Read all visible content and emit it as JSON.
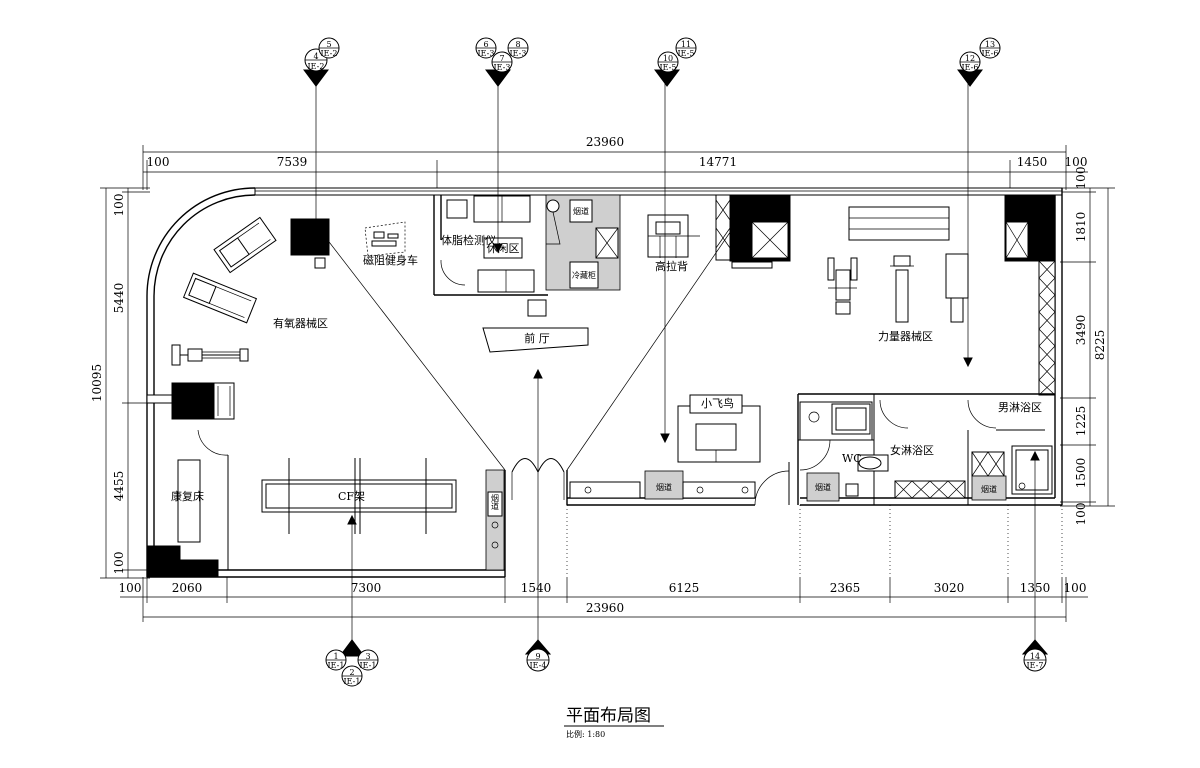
{
  "title": "平面布局图",
  "scale_text": "比例: 1:80",
  "dimensions": {
    "top_total": "23960",
    "top_segments": [
      "100",
      "7539",
      "14771",
      "1450",
      "100"
    ],
    "bottom_total": "23960",
    "bottom_segments": [
      "100",
      "2060",
      "7300",
      "1540",
      "6125",
      "2365",
      "3020",
      "1350",
      "100"
    ],
    "left_total": "10095",
    "left_segments": [
      "100",
      "5440",
      "4455",
      "100"
    ],
    "right_total": "8225",
    "right_segments": [
      "100",
      "1810",
      "3490",
      "1225",
      "1500",
      "100"
    ]
  },
  "rooms": {
    "cardio": "有氧器械区",
    "magnetic_bike": "磁阻健身车",
    "body_fat": "体脂检测仪",
    "lounge": "休闲区",
    "flue": "烟道",
    "fridge": "冷藏柜",
    "lat_pull": "高拉背",
    "front_desk": "前 厅",
    "strength": "力量器械区",
    "fly": "小飞鸟",
    "mens_shower": "男淋浴区",
    "womens_shower": "女淋浴区",
    "wc": "WC",
    "rehab": "康复床",
    "cf_rack": "CF架"
  },
  "markers": {
    "top1": [
      "5",
      "IE-2",
      "4",
      "IE-2"
    ],
    "top2": [
      "6",
      "IE-3",
      "8",
      "IE-3",
      "7",
      "IE-3"
    ],
    "top3": [
      "11",
      "IE-5",
      "10",
      "IE-5"
    ],
    "top4": [
      "13",
      "IE-6",
      "12",
      "IE-6"
    ],
    "bot1": [
      "1",
      "IE-1",
      "3",
      "IE-1",
      "2",
      "IE-1"
    ],
    "bot2": [
      "9",
      "IE-4"
    ],
    "bot3": [
      "14",
      "IE-7"
    ]
  }
}
